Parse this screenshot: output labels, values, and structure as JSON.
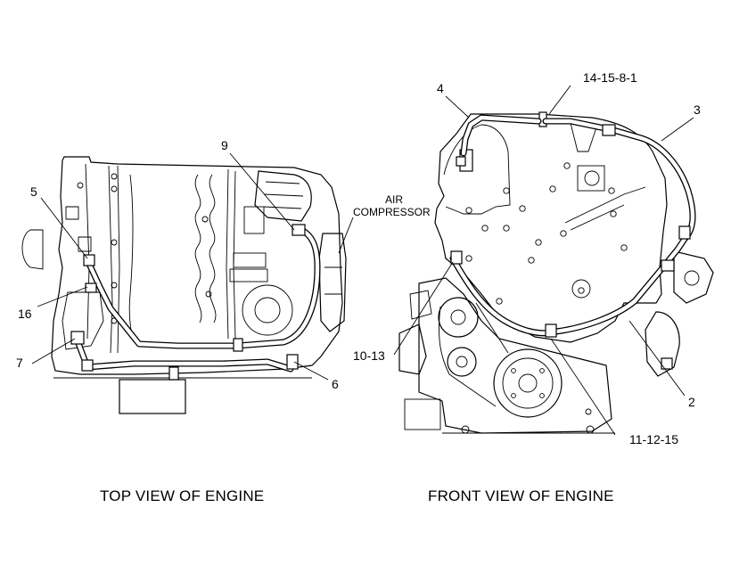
{
  "views": {
    "top": {
      "caption": "TOP VIEW OF ENGINE",
      "callouts": {
        "c5": "5",
        "c9": "9",
        "c16": "16",
        "c7": "7",
        "c6": "6"
      },
      "air_compressor": {
        "line1": "AIR",
        "line2": "COMPRESSOR"
      }
    },
    "front": {
      "caption": "FRONT VIEW OF ENGINE",
      "callouts": {
        "c4": "4",
        "c14": "14-15-8-1",
        "c3": "3",
        "c10": "10-13",
        "c2": "2",
        "c11": "11-12-15"
      }
    }
  }
}
